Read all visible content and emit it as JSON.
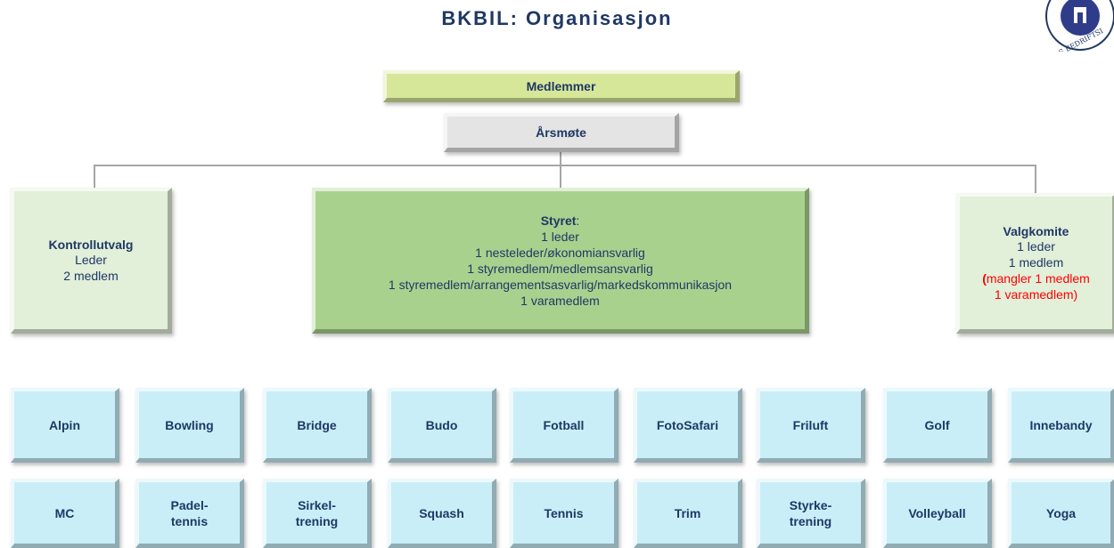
{
  "page": {
    "title": "BKBIL: Organisasjon"
  },
  "logo": {
    "text": "S BEDRIFTSI"
  },
  "org": {
    "members": "Medlemmer",
    "annual_meeting": "Årsmøte",
    "control_committee": {
      "heading": "Kontrollutvalg",
      "lines": [
        "Leder",
        "2 medlem"
      ]
    },
    "board": {
      "heading": "Styret",
      "colon": ":",
      "lines": [
        "1 leder",
        "1 nesteleder/økonomiansvarlig",
        "1 styremedlem/medlemsansvarlig",
        "1 styremedlem/arrangementsasvarlig/markedskommunikasjon",
        "1 varamedlem"
      ]
    },
    "nomination_committee": {
      "heading": "Valgkomite",
      "lines": [
        "1 leder",
        "1 medlem"
      ],
      "missing_open": "(",
      "missing_line1": "mangler 1 medlem",
      "missing_line2": "1 varamedlem)"
    }
  },
  "activities_row1": [
    "Alpin",
    "Bowling",
    "Bridge",
    "Budo",
    "Fotball",
    "FotoSafari",
    "Friluft",
    "Golf",
    "Innebandy"
  ],
  "activities_row2": [
    [
      "MC"
    ],
    [
      "Padel-",
      "tennis"
    ],
    [
      "Sirkel-",
      "trening"
    ],
    [
      "Squash"
    ],
    [
      "Tennis"
    ],
    [
      "Trim"
    ],
    [
      "Styrke-",
      "trening"
    ],
    [
      "Volleyball"
    ],
    [
      "Yoga"
    ]
  ],
  "colors": {
    "title": "#1f3864",
    "lime": "#d7e79a",
    "board_green": "#a9d18e",
    "pale_green": "#e2efd9",
    "activity_blue": "#c9eef8",
    "warning_red": "#ff0000"
  }
}
